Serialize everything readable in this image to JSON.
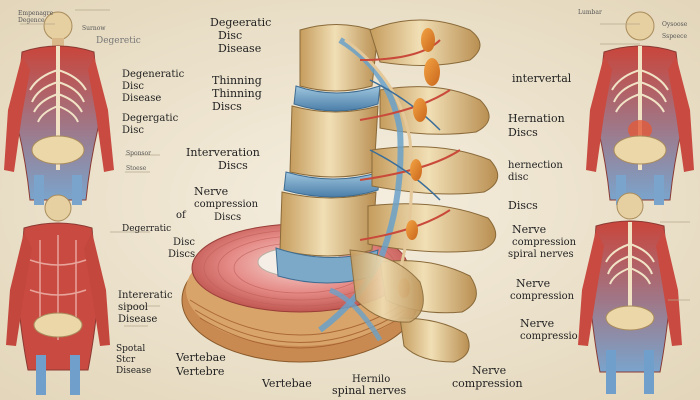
{
  "labels": {
    "top_left_small_a": "Empenagre",
    "top_left_small_b": "Degence",
    "top_left_small_c": "Surnow",
    "left_degen_1": "Degeretic",
    "left_degen_2": "Degeneratic",
    "left_disc_1": "Disc",
    "left_disease_1": "Disease",
    "left_degen_3": "Degergatic",
    "left_disc_2": "Disc",
    "left_tiny_1": "Sponsor",
    "left_tiny_2": "Stoese",
    "left_mid_degen": "Degerratic",
    "left_disc_3": "Disc",
    "left_discs": "Discs",
    "left_inter": "Intereratic",
    "left_spool": "sipool",
    "left_disease_2": "Disease",
    "left_spotal": "Spotal",
    "left_stcr": "Stcr",
    "left_disease_3": "Disease",
    "center_degen": "Degeeratic",
    "center_disc": "Disc",
    "center_disease": "Disease",
    "thinning_1": "Thinning",
    "thinning_2": "Thinning",
    "center_discs": "Discs",
    "interveration": "Interveration",
    "interveration_discs": "Discs",
    "nerve_1": "Nerve",
    "compression_1": "compression",
    "of": "of",
    "discs_bottom": "Discs",
    "vertebae": "Vertebae",
    "vertebre": "Vertebre",
    "vertebae_2": "Vertebae",
    "hernilo": "Hernilo",
    "spinal_nerves": "spinal nerves",
    "nerve_2": "Nerve",
    "compression_2": "compression",
    "right_small_1": "Lumbar",
    "right_small_2": "Oysoose",
    "right_small_3": "Sspeece",
    "intervertal": "intervertal",
    "hernation": "Hernation",
    "hernation_discs": "Discs",
    "hernection": "hernection",
    "hernection_disc": "disc",
    "right_discs": "Discs",
    "nerve_3": "Nerve",
    "compression_3": "compression",
    "spiral_nerves": "spiral nerves",
    "nerve_4": "Nerve",
    "compression_4": "compression",
    "nerve_5": "Nerve",
    "compression_5": "compressio"
  },
  "colors": {
    "background": "#efe6d3",
    "bone": "#e8d3a6",
    "bone_shade": "#c9a86a",
    "disc_blue": "#7fb0d0",
    "muscle_red": "#c8423a",
    "body_blue": "#6a9ac8",
    "nerve_orange": "#e08a2a",
    "disc_pink": "#e0878a"
  }
}
